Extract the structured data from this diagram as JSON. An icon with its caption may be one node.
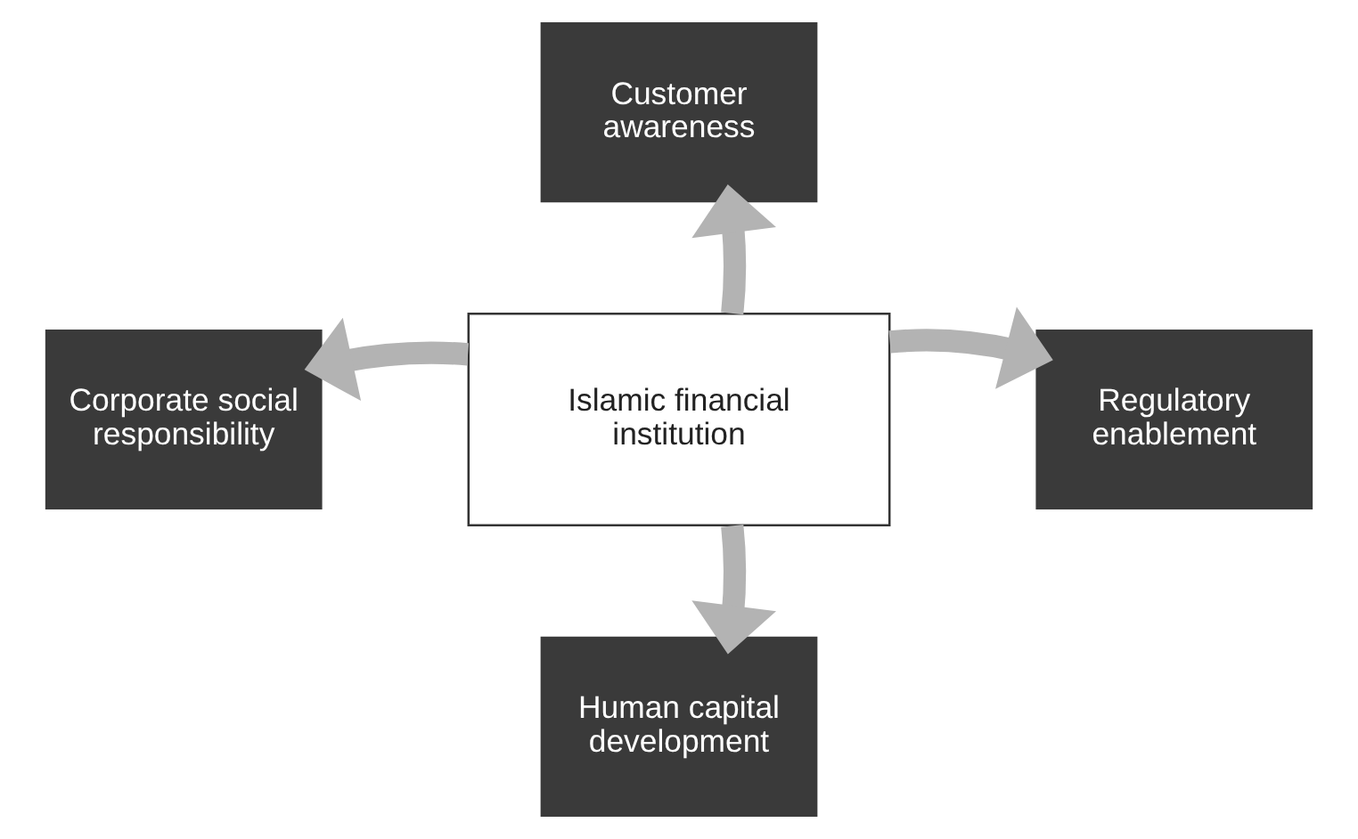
{
  "diagram": {
    "nodes": [
      {
        "text": [
          "Islamic financial institution"
        ]
      },
      {
        "text": [
          "Customer awareness"
        ]
      },
      {
        "text": [
          "Corporate social responsibility"
        ]
      },
      {
        "text": [
          "Regulatory enablement"
        ]
      },
      {
        "text": [
          "Human capital development"
        ]
      }
    ],
    "edges": [
      {
        "from": 0,
        "to": 1,
        "arrow": "to"
      },
      {
        "from": 0,
        "to": 2,
        "arrow": "to"
      },
      {
        "from": 0,
        "to": 3,
        "arrow": "to"
      },
      {
        "from": 0,
        "to": 4,
        "arrow": "to"
      }
    ]
  }
}
